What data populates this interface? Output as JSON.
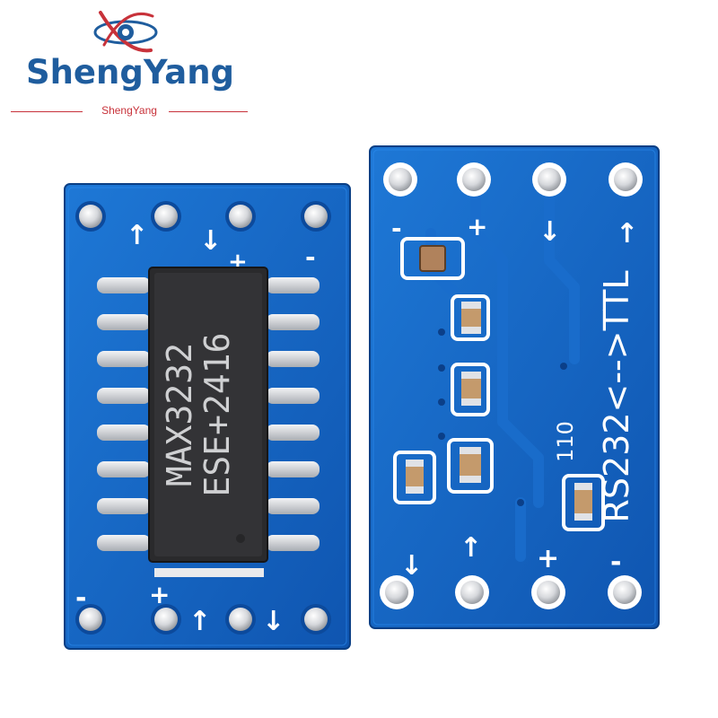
{
  "logo": {
    "brand_name": "ShengYang",
    "brand_subtitle": "ShengYang",
    "primary_color": "#1f5d9e",
    "accent_color": "#c8323a"
  },
  "board_front": {
    "chip_line1": "MAX3232",
    "chip_line2": "ESE+2416",
    "top_markings": [
      "↑",
      "↓",
      "+",
      "-"
    ],
    "bottom_markings": [
      "-",
      "+",
      "↑",
      "↓"
    ],
    "pcb_color": "#1565c0"
  },
  "board_back": {
    "silkscreen_text": "RS232<-->TTL",
    "component_code": "110",
    "top_markings": [
      "-",
      "+",
      "↓",
      "↑"
    ],
    "bottom_markings": [
      "↓",
      "↑",
      "+",
      "-"
    ],
    "pcb_color": "#1565c0"
  }
}
